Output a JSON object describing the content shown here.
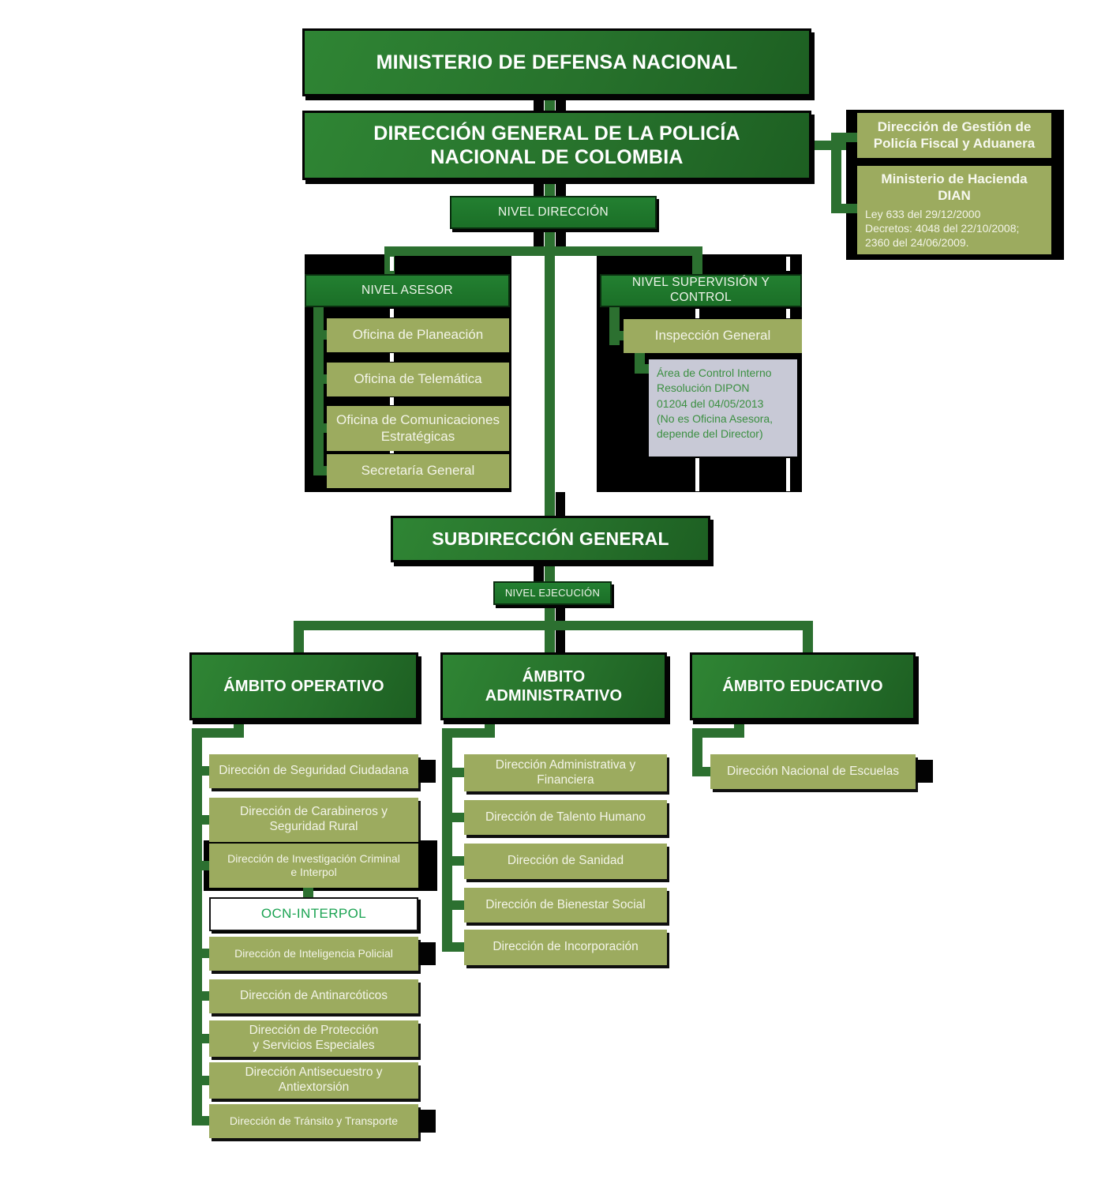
{
  "chart": {
    "ministerio_defensa": "MINISTERIO DE DEFENSA NACIONAL",
    "direccion_general": "DIRECCIÓN GENERAL DE LA POLICÍA\nNACIONAL DE COLOMBIA",
    "nivel_direccion": "NIVEL DIRECCIÓN",
    "policia_fiscal": {
      "direccion_gestion": "Dirección de Gestión de\nPolicía Fiscal y Aduanera",
      "ministerio_hacienda_titulo": "Ministerio de Hacienda\nDIAN",
      "ministerio_hacienda_normas": "Ley 633 del 29/12/2000\nDecretos: 4048 del 22/10/2008;\n2360 del 24/06/2009."
    },
    "nivel_asesor": {
      "titulo": "NIVEL ASESOR",
      "oficinas": [
        "Oficina de Planeación",
        "Oficina de Telemática",
        "Oficina de Comunicaciones\nEstratégicas",
        "Secretaría General"
      ]
    },
    "nivel_supervision": {
      "titulo": "NIVEL SUPERVISIÓN Y CONTROL",
      "inspeccion_general": "Inspección General",
      "area_control_interno": "Área de Control Interno\nResolución DIPON\n01204 del 04/05/2013\n(No es Oficina Asesora,\ndepende del Director)"
    },
    "subdireccion_general": "SUBDIRECCIÓN GENERAL",
    "nivel_ejecucion": "NIVEL EJECUCIÓN",
    "ambito_operativo": {
      "titulo": "ÁMBITO OPERATIVO",
      "direcciones": [
        "Dirección de Seguridad Ciudadana",
        "Dirección de Carabineros y\nSeguridad Rural",
        "Dirección de Investigación Criminal\ne Interpol",
        "OCN-INTERPOL",
        "Dirección de Inteligencia Policial",
        "Dirección de Antinarcóticos",
        "Dirección de Protección\ny Servicios Especiales",
        "Dirección Antisecuestro y\nAntiextorsión",
        "Dirección de Tránsito y Transporte"
      ]
    },
    "ambito_administrativo": {
      "titulo": "ÁMBITO\nADMINISTRATIVO",
      "direcciones": [
        "Dirección Administrativa y\nFinanciera",
        "Dirección de Talento Humano",
        "Dirección de Sanidad",
        "Dirección de Bienestar Social",
        "Dirección de Incorporación"
      ]
    },
    "ambito_educativo": {
      "titulo": "ÁMBITO EDUCATIVO",
      "direcciones": [
        "Dirección Nacional de Escuelas"
      ]
    }
  },
  "colors": {
    "verde_oscuro": "#27702b",
    "verde_medio": "#1f7a2d",
    "verde_conector": "#2c7030",
    "oliva": "#9cab5f",
    "gris_panel": "#c8c9d6",
    "texto_ocn": "#1ba352",
    "texto_control": "#3b8f41"
  }
}
